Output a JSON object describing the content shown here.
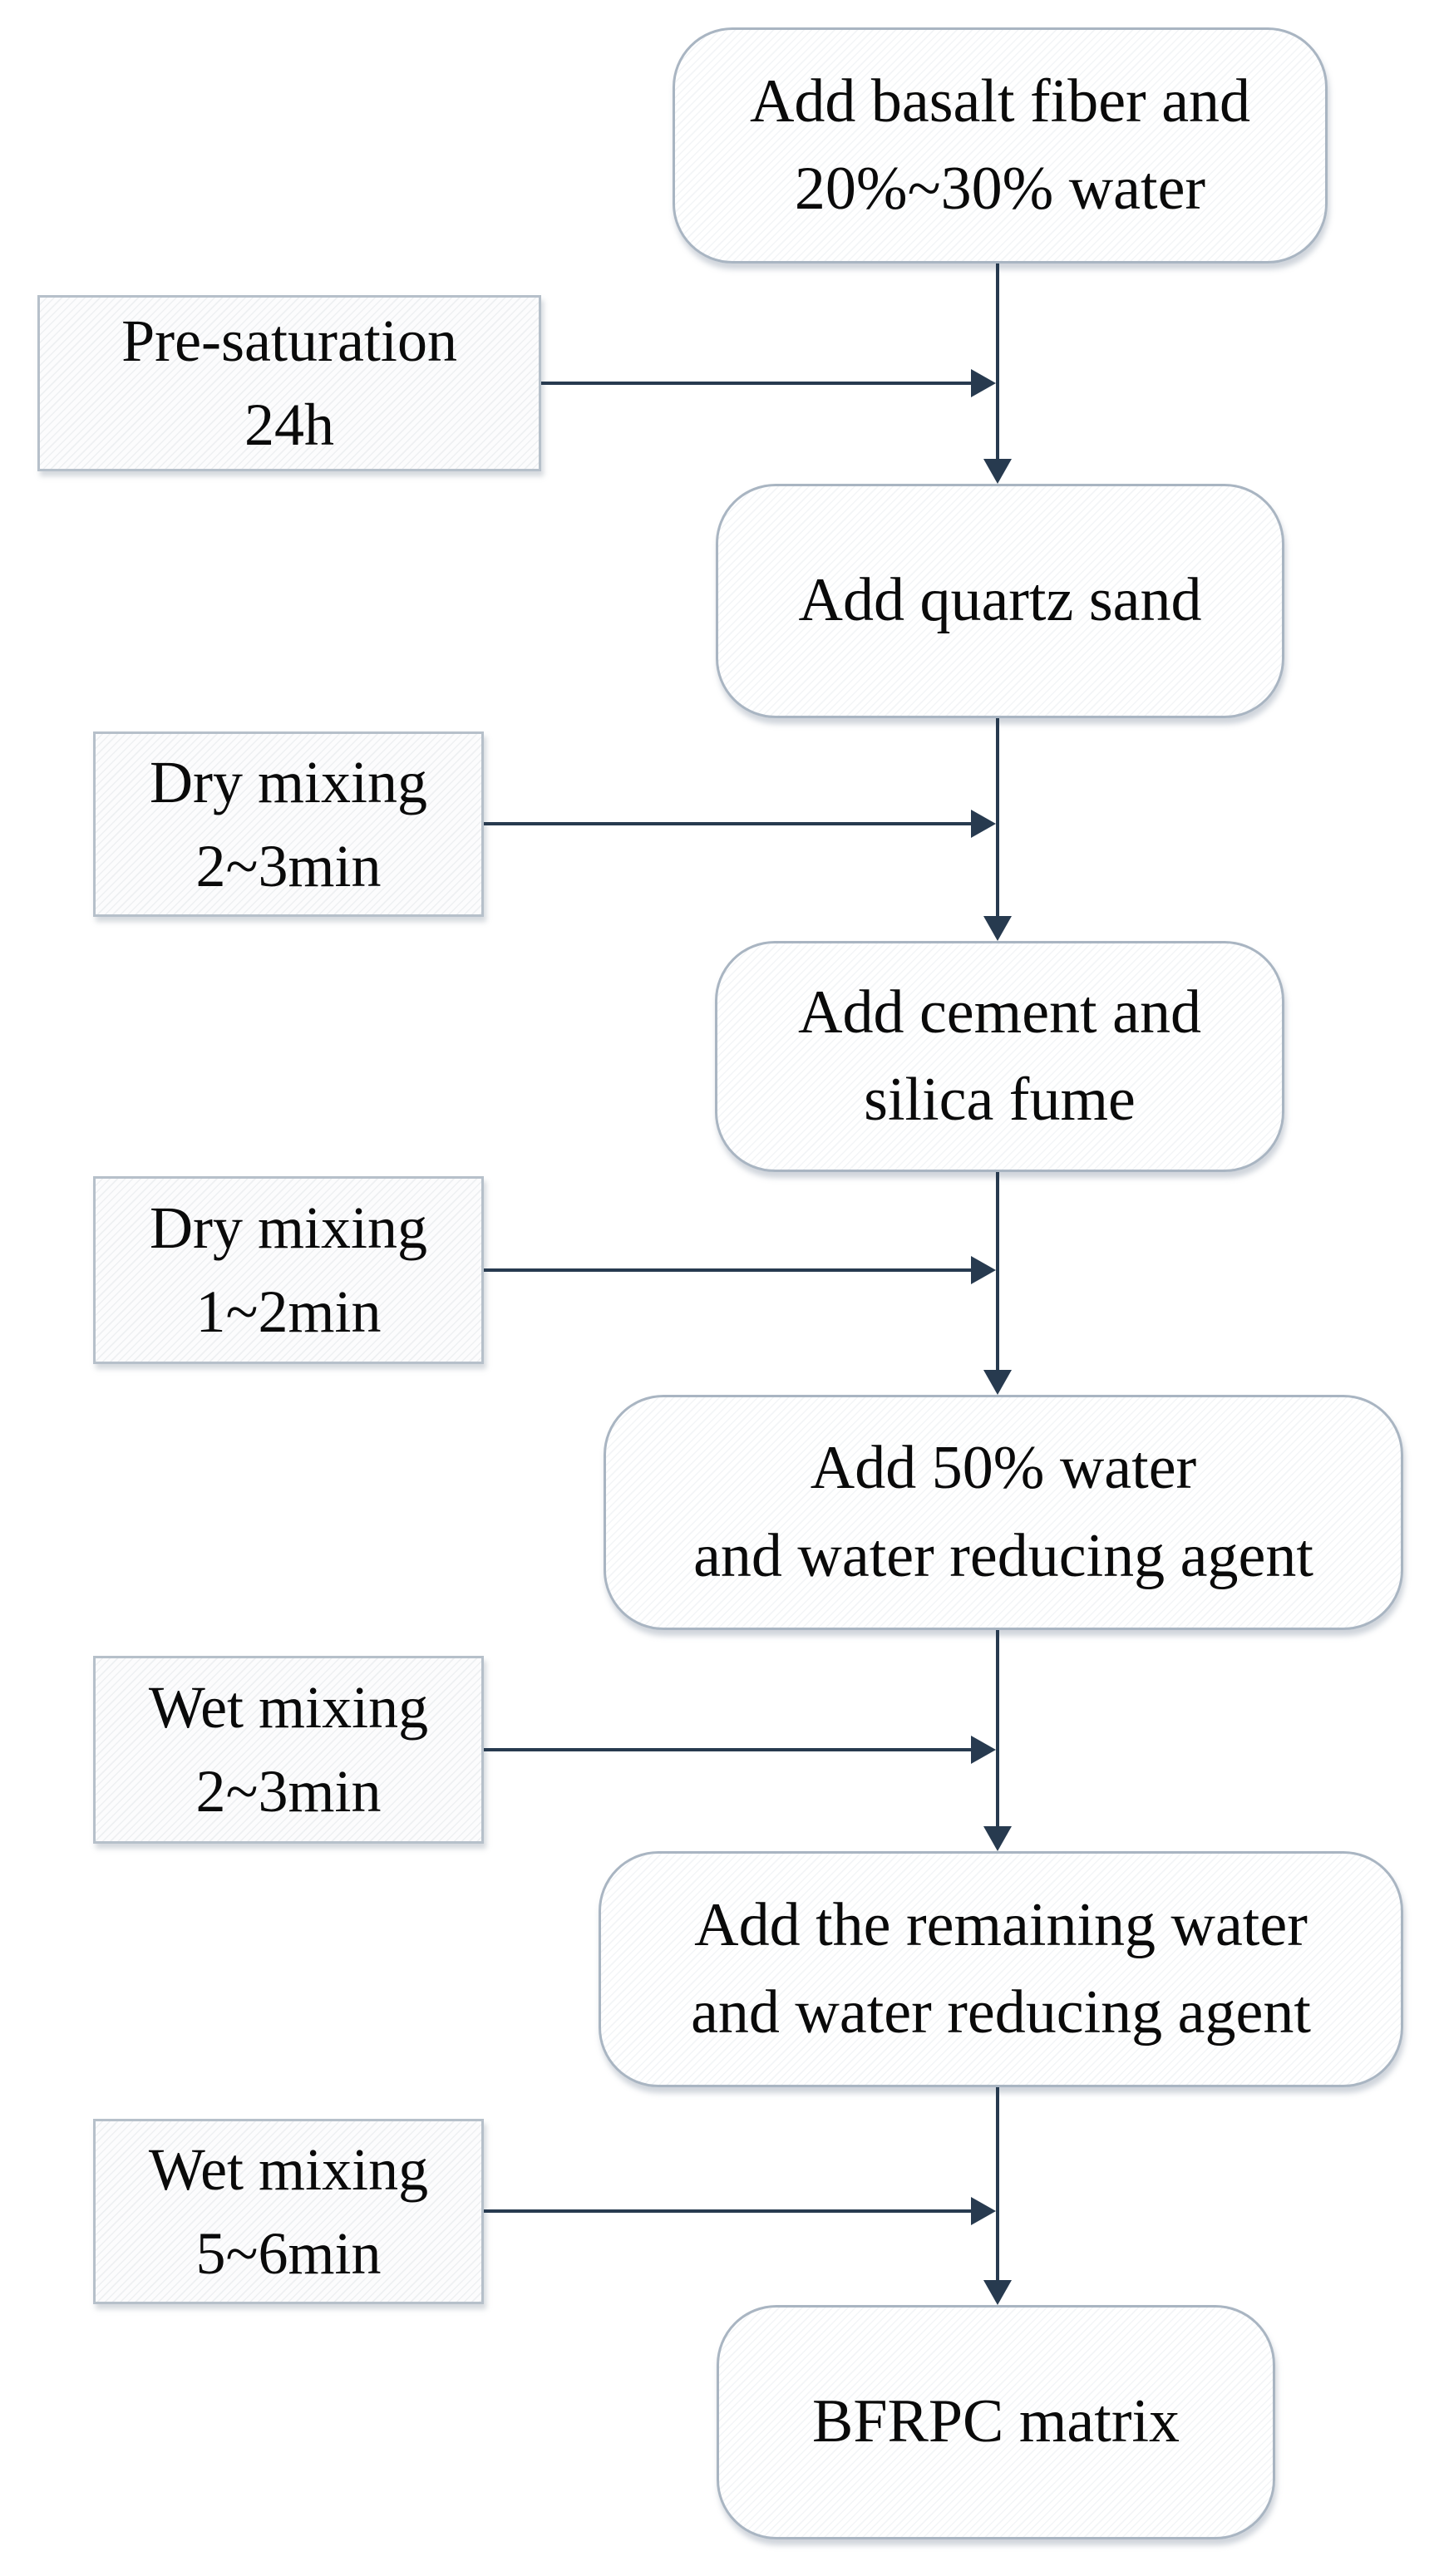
{
  "diagram": {
    "type": "flowchart",
    "direction": "top-down",
    "description": "BFRPC matrix mixing procedure flowchart",
    "colors": {
      "connector": "#273a4f",
      "node_border": "#a9b5c2",
      "side_border": "#b6c0ca",
      "node_fill": "#fdfdfe",
      "side_fill": "#f7f8fa",
      "text": "#0a0a0a",
      "background": "#ffffff"
    },
    "nodes": [
      {
        "id": "add-basalt-fiber",
        "shape": "rounded-rectangle",
        "lines": [
          "Add basalt fiber and",
          "20%~30% water"
        ]
      },
      {
        "id": "add-quartz-sand",
        "shape": "rounded-rectangle",
        "lines": [
          "Add quartz sand"
        ]
      },
      {
        "id": "add-cement-silica-fume",
        "shape": "rounded-rectangle",
        "lines": [
          "Add cement and",
          "silica fume"
        ]
      },
      {
        "id": "add-50-water",
        "shape": "rounded-rectangle",
        "lines": [
          "Add 50% water",
          "and water reducing agent"
        ]
      },
      {
        "id": "add-remaining-water",
        "shape": "rounded-rectangle",
        "lines": [
          "Add the remaining water",
          "and water reducing agent"
        ]
      },
      {
        "id": "bfrpc-matrix",
        "shape": "rounded-rectangle",
        "lines": [
          "BFRPC matrix"
        ]
      }
    ],
    "side_labels": [
      {
        "id": "pre-saturation",
        "shape": "rectangle",
        "lines": [
          "Pre-saturation",
          "24h"
        ]
      },
      {
        "id": "dry-mixing-2-3min",
        "shape": "rectangle",
        "lines": [
          "Dry mixing",
          "2~3min"
        ]
      },
      {
        "id": "dry-mixing-1-2min",
        "shape": "rectangle",
        "lines": [
          "Dry mixing",
          "1~2min"
        ]
      },
      {
        "id": "wet-mixing-2-3min",
        "shape": "rectangle",
        "lines": [
          "Wet mixing",
          "2~3min"
        ]
      },
      {
        "id": "wet-mixing-5-6min",
        "shape": "rectangle",
        "lines": [
          "Wet mixing",
          "5~6min"
        ]
      }
    ],
    "edges": [
      {
        "from": "add-basalt-fiber",
        "to": "add-quartz-sand",
        "annotation": "pre-saturation"
      },
      {
        "from": "add-quartz-sand",
        "to": "add-cement-silica-fume",
        "annotation": "dry-mixing-2-3min"
      },
      {
        "from": "add-cement-silica-fume",
        "to": "add-50-water",
        "annotation": "dry-mixing-1-2min"
      },
      {
        "from": "add-50-water",
        "to": "add-remaining-water",
        "annotation": "wet-mixing-2-3min"
      },
      {
        "from": "add-remaining-water",
        "to": "bfrpc-matrix",
        "annotation": "wet-mixing-5-6min"
      }
    ]
  }
}
